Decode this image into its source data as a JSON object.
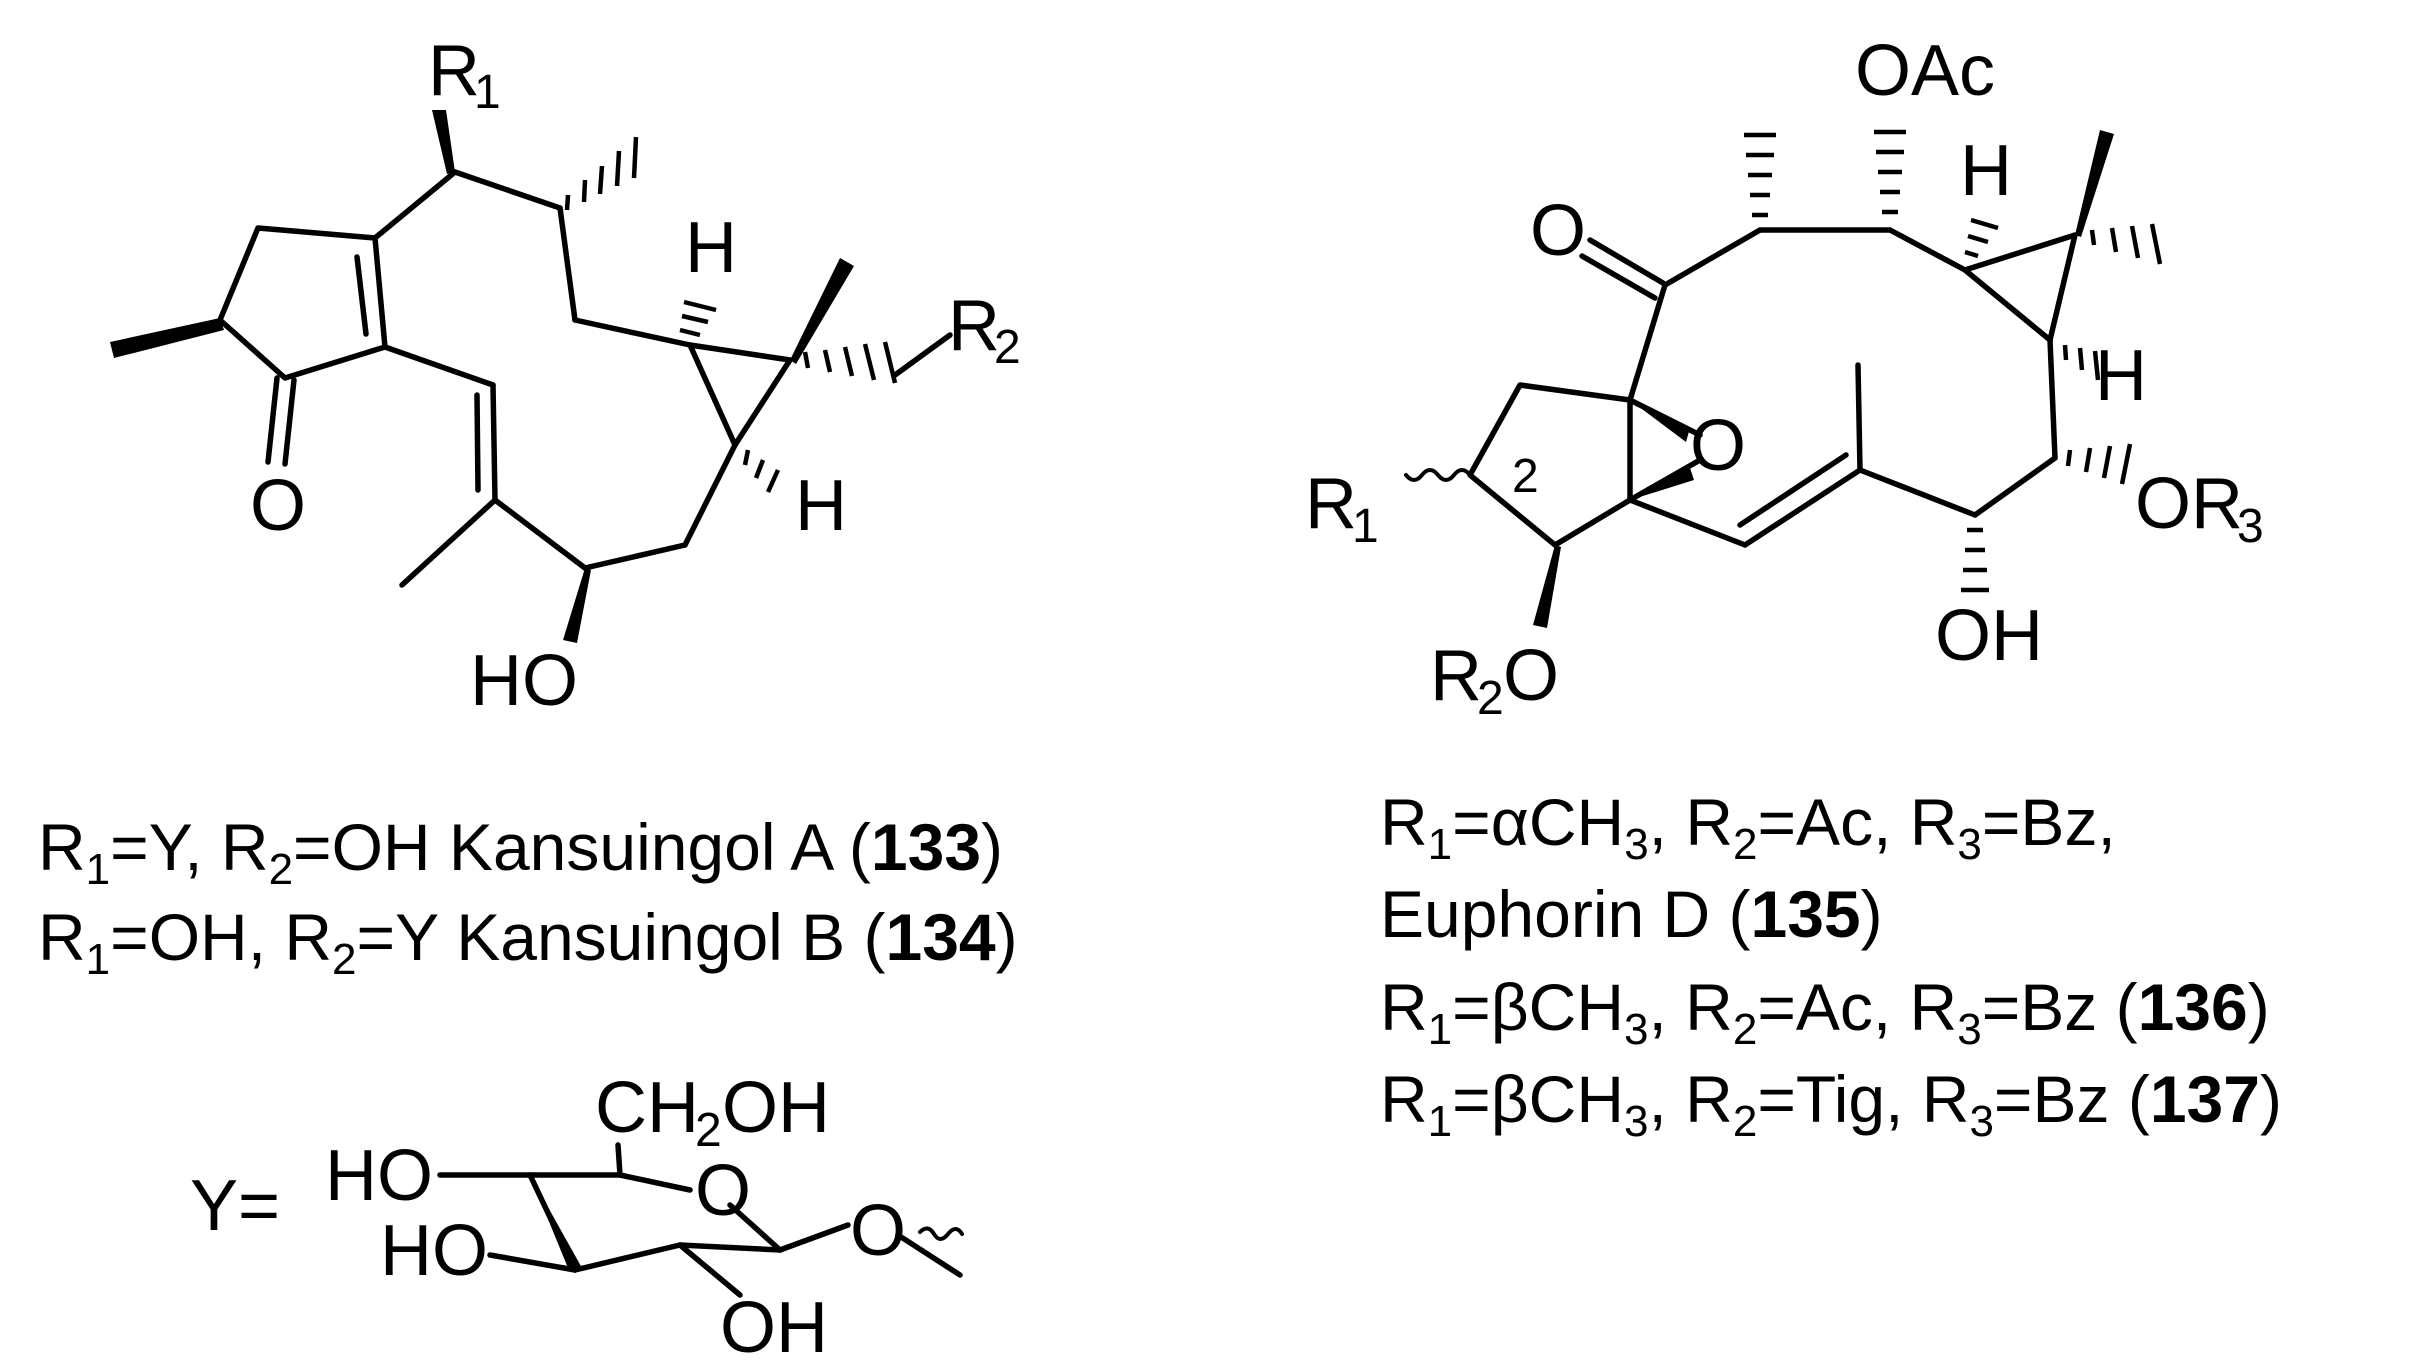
{
  "structure_labels": {
    "s1": {
      "R1": "R",
      "R1_sub": "1",
      "H_a": "H",
      "H_b": "H",
      "R2": "R",
      "R2_sub": "2",
      "O": "O",
      "HO": "HO"
    },
    "s2": {
      "OAc": "OAc",
      "H_a": "H",
      "O_ketone": "O",
      "O_epoxide": "O",
      "H_b": "H",
      "R1": "R",
      "R1_sub": "1",
      "pos2": "2",
      "OR3": "OR",
      "OR3_sub": "3",
      "OH": "OH",
      "R2O": "R",
      "R2O_sub": "2",
      "R2O_O": "O"
    },
    "sugar": {
      "Y_eq": "Y=",
      "CH2OH_a": "CH",
      "CH2OH_sub": "2",
      "CH2OH_b": "OH",
      "ring_O": "O",
      "HO_a": "HO",
      "HO_b": "HO",
      "OH": "OH",
      "O_link": "O"
    }
  },
  "captions": {
    "c133": {
      "r": "R",
      "s1": "1",
      "mid1": "=Y, R",
      "s2": "2",
      "mid2": "=OH Kansuingol A (",
      "num": "133",
      "end": ")"
    },
    "c134": {
      "r": "R",
      "s1": "1",
      "mid1": "=OH, R",
      "s2": "2",
      "mid2": "=Y Kansuingol B (",
      "num": "134",
      "end": ")"
    },
    "c135a": {
      "r": "R",
      "s1": "1",
      "mid1": "=αCH",
      "s3": "3",
      "mid2": ", R",
      "s2": "2",
      "mid3": "=Ac, R",
      "s4": "3",
      "end": "=Bz,"
    },
    "c135b": {
      "text": "Euphorin D (",
      "num": "135",
      "end": ")"
    },
    "c136": {
      "r": "R",
      "s1": "1",
      "mid1": "=βCH",
      "s3": "3",
      "mid2": ", R",
      "s2": "2",
      "mid3": "=Ac, R",
      "s4": "3",
      "mid4": "=Bz (",
      "num": "136",
      "end": ")"
    },
    "c137": {
      "r": "R",
      "s1": "1",
      "mid1": "=βCH",
      "s3": "3",
      "mid2": ", R",
      "s2": "2",
      "mid3": "=Tig, R",
      "s4": "3",
      "mid4": "=Bz (",
      "num": "137",
      "end": ")"
    }
  }
}
